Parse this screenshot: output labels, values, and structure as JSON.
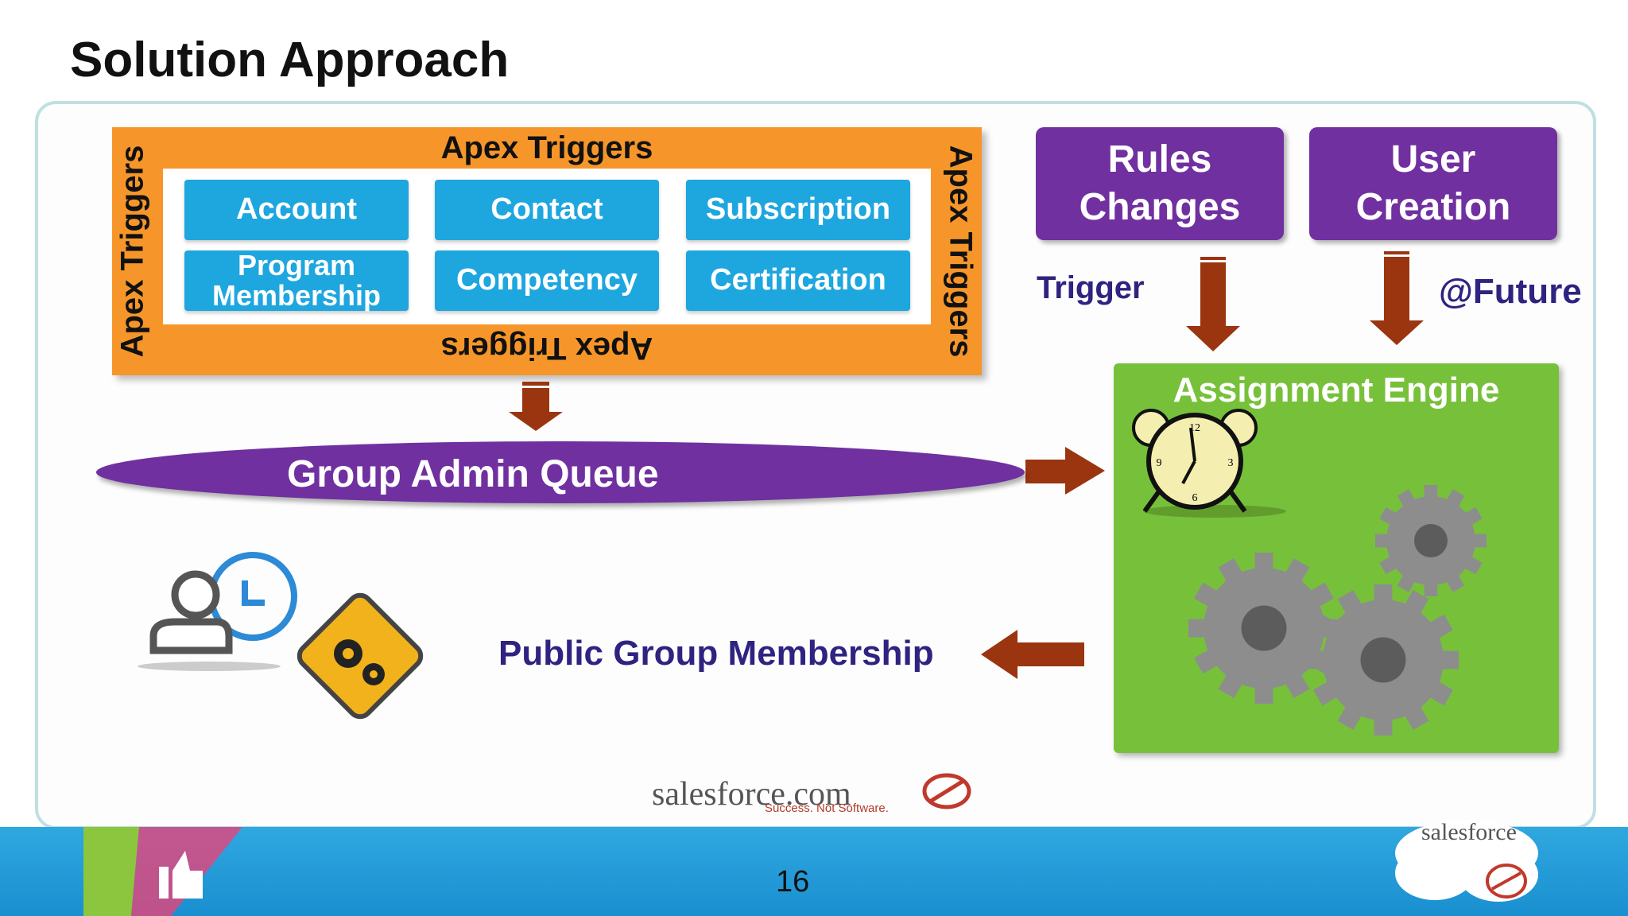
{
  "title": "Solution Approach",
  "apex_frame": {
    "top_label": "Apex Triggers",
    "bottom_label": "Apex Triggers",
    "left_label": "Apex Triggers",
    "right_label": "Apex Triggers",
    "tiles": [
      "Account",
      "Contact",
      "Subscription",
      "Program Membership",
      "Competency",
      "Certification"
    ]
  },
  "rules_changes": "Rules Changes",
  "user_creation": "User Creation",
  "trigger_label": "Trigger",
  "future_label": "@Future",
  "assignment_engine": "Assignment Engine",
  "group_admin_queue": "Group Admin Queue",
  "public_group_membership": "Public Group Membership",
  "logo": {
    "brand": "salesforce.com",
    "tagline": "Success. Not Software.",
    "corner_brand": "salesforce"
  },
  "page_number": "16",
  "colors": {
    "orange": "#f6962a",
    "tile_blue": "#1ea6df",
    "purple": "#7030a0",
    "engine_green": "#77c13a",
    "arrow_brown": "#9a3510",
    "text_navy": "#2e2380"
  }
}
